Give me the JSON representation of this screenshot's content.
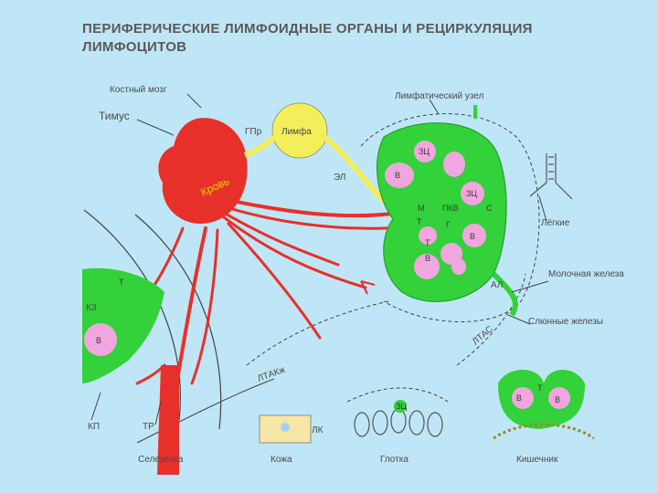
{
  "title": "ПЕРИФЕРИЧЕСКИЕ ЛИМФОИДНЫЕ ОРГАНЫ И РЕЦИРКУЛЯЦИЯ ЛИМФОЦИТОВ",
  "labels": {
    "bone_marrow": "Костный мозг",
    "thymus": "Тимус",
    "hpr": "ГПр",
    "lymph": "Лимфа",
    "blood": "Кровь",
    "lymph_node": "Лимфатический узел",
    "el": "ЭЛ",
    "lungs": "Лёгкие",
    "al": "АЛ",
    "mammary": "Молочная железа",
    "salivary": "Слюнные железы",
    "ltas": "ЛТАС",
    "ltakzh": "ЛТАКж",
    "kz": "КЗ",
    "kp": "КП",
    "tr": "ТР",
    "spleen": "Селезёнка",
    "skin": "Кожа",
    "lk": "ЛК",
    "throat": "Глотка",
    "intestine": "Кишечник"
  },
  "node_cells": {
    "zc": "ЗЦ",
    "b": "В",
    "t": "Т",
    "m": "М",
    "g": "Г",
    "c": "С",
    "pkv": "ПКВ"
  },
  "colors": {
    "background": "#bfe6f6",
    "blood": "#e8302a",
    "lymph": "#f3ef5a",
    "tissue": "#33d13a",
    "follicle": "#f2a6e0"
  }
}
